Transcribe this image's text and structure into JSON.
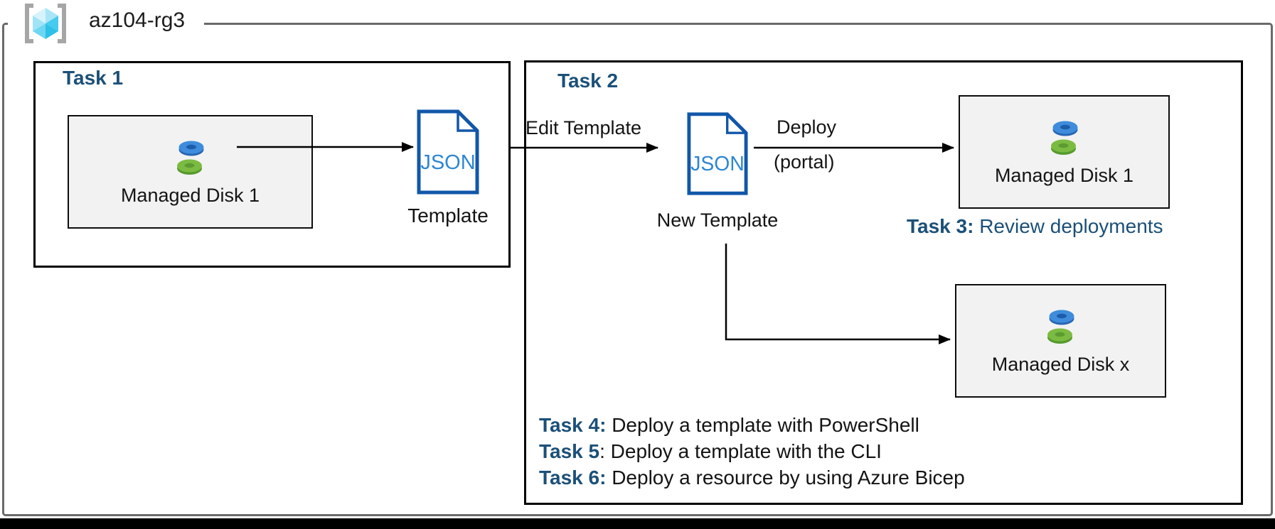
{
  "resource_group": {
    "name": "az104-rg3",
    "icon": "azure-resource-group-cube-icon"
  },
  "task1": {
    "title": "Task 1",
    "disk_label": "Managed Disk 1",
    "json_label": "JSON",
    "template_label": "Template",
    "disk_icon": "stacked-managed-disks-icon",
    "doc_icon": "json-file-icon"
  },
  "task2": {
    "title": "Task 2",
    "edit_arrow_label": "Edit Template",
    "json_label": "JSON",
    "new_template_label": "New Template",
    "deploy_line1": "Deploy",
    "deploy_line2": "(portal)",
    "disk1_label": "Managed Disk 1",
    "diskx_label": "Managed Disk x",
    "task3": {
      "bold": "Task 3:",
      "text": " Review deployments"
    },
    "footer_tasks": [
      {
        "bold": "Task 4:",
        "text": " Deploy a template with PowerShell"
      },
      {
        "bold": "Task 5",
        "text": ": Deploy a template with the CLI"
      },
      {
        "bold": "Task 6:",
        "text": " Deploy a resource by using Azure Bicep"
      }
    ]
  },
  "colors": {
    "heading_blue": "#1B5078",
    "doc_border_blue": "#1157A9",
    "doc_text_blue": "#2E86D1",
    "resource_box_fill": "#F2F2F2",
    "frame_gray": "#6A6A6A",
    "bracket_gray": "#A6A6A6",
    "cube_cyan": "#3FC9EC",
    "disk_blue": "#3E8CDB",
    "disk_green": "#7CBB42",
    "line_black": "#000000",
    "bottom_bar": "#000000"
  }
}
